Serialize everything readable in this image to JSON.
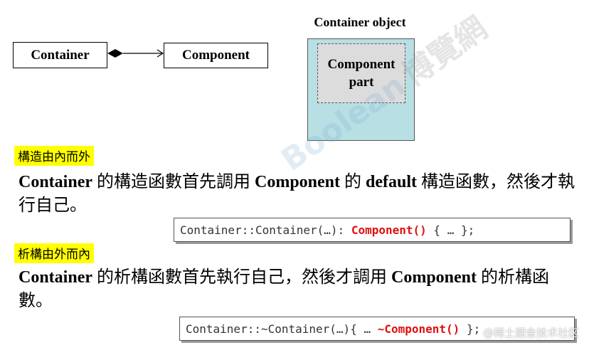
{
  "diagram": {
    "container_label": "Container",
    "component_label": "Component",
    "object_title": "Container object",
    "inner_part_label": "Component part"
  },
  "constructor": {
    "tag": "構造由內而外",
    "text_part1": "Container",
    "text_part2": " 的構造函數首先調用 ",
    "text_part3": "Component",
    "text_part4": " 的 ",
    "text_part5": "default",
    "text_part6": " 構造函數，然後才執行自己。",
    "code_prefix": "Container::Container(…): ",
    "code_highlight": "Component()",
    "code_suffix": " { … };"
  },
  "destructor": {
    "tag": "析構由外而內",
    "text_part1": "Container",
    "text_part2": " 的析構函數首先執行自己，然後才調用 ",
    "text_part3": "Component",
    "text_part4": " 的析構函數。",
    "code_prefix": "Container::~Container(…){ … ",
    "code_highlight": "~Component()",
    "code_suffix": " };"
  },
  "watermark": {
    "latin": "Boolean",
    "cjk": "博覽網"
  },
  "credit": "@稀土掘金技术社区",
  "colors": {
    "highlight": "#ffff00",
    "object_fill": "#b8dfe3",
    "part_fill": "#dcdcdc",
    "code_red": "#e01010"
  }
}
